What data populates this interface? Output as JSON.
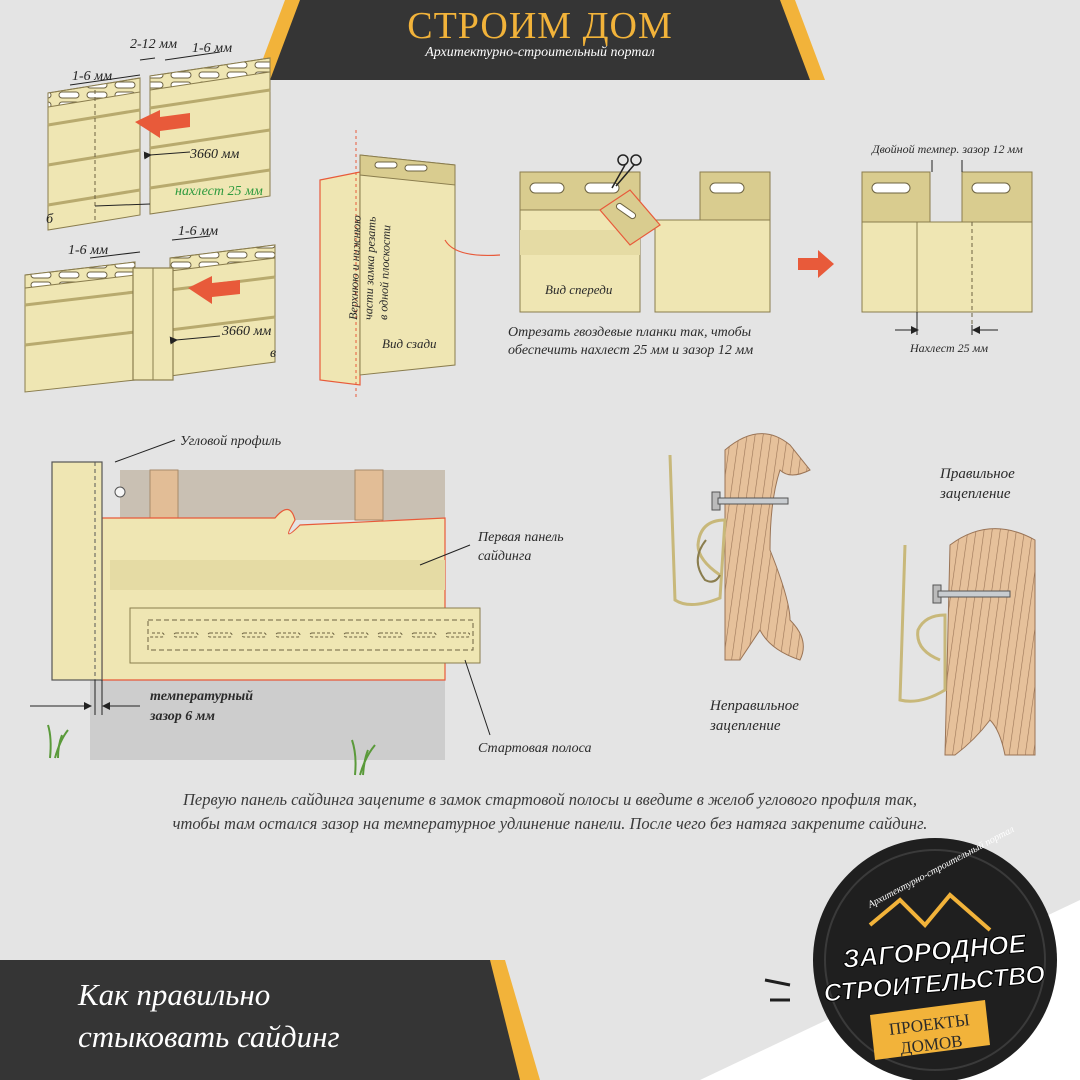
{
  "header": {
    "title": "СТРОИМ ДОМ",
    "subtitle": "Архитектурно-строительный портал"
  },
  "fig_b": {
    "dim_top_gap": "2-12 мм",
    "dim_left": "1-6 мм",
    "dim_right": "1-6 мм",
    "length": "3660 мм",
    "overlap": "нахлест 25 мм",
    "letter": "б"
  },
  "fig_v": {
    "dim_left": "1-6 мм",
    "dim_right": "1-6 мм",
    "length": "3660 мм",
    "letter": "в"
  },
  "cut_fig": {
    "rear_note_line1": "Верхнюю и нижнюю",
    "rear_note_line2": "части замка резать",
    "rear_note_line3": "в одной плоскости",
    "rear_view": "Вид сзади",
    "front_view": "Вид спереди",
    "instruction_line1": "Отрезать гвоздевые планки так, чтобы",
    "instruction_line2": "обеспечить нахлест 25 мм и зазор 12 мм",
    "double_temper": "Двойной темпер. зазор 12 мм",
    "overlap_25": "Нахлест 25 мм"
  },
  "install_fig": {
    "corner_profile": "Угловой профиль",
    "first_panel_line1": "Первая панель",
    "first_panel_line2": "сайдинга",
    "temp_gap_line1": "температурный",
    "temp_gap_line2": "зазор 6 мм",
    "start_strip": "Стартовая полоса"
  },
  "hook_fig": {
    "incorrect_line1": "Неправильное",
    "incorrect_line2": "зацепление",
    "correct_line1": "Правильное",
    "correct_line2": "зацепление"
  },
  "caption": {
    "line1": "Первую панель сайдинга зацепите в замок стартовой полосы и введите в желоб углового профиля так,",
    "line2": "чтобы там остался зазор на температурное удлинение панели. После чего без натяга закрепите сайдинг."
  },
  "banner": {
    "line1": "Как правильно",
    "line2": "стыковать сайдинг"
  },
  "badge": {
    "arc_text": "Архитектурно-строительный портал",
    "line1": "ЗАГОРОДНОЕ",
    "line2": "СТРОИТЕЛЬСТВО",
    "ribbon_line1": "ПРОЕКТЫ",
    "ribbon_line2": "ДОМОВ"
  },
  "colors": {
    "background": "#e4e4e4",
    "header_bg": "#353535",
    "accent_gold": "#f2b33a",
    "panel_yellow": "#efe6b3",
    "panel_shadow": "#d9cc8f",
    "wood": "#e2bd96",
    "arrow_red": "#e85a3a",
    "green_label": "#2e9a3e"
  }
}
